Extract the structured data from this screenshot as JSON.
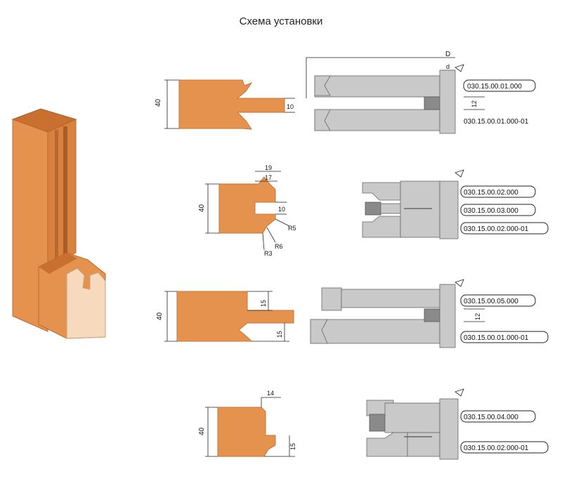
{
  "title": "Схема установки",
  "colors": {
    "wood": "#e6924f",
    "wood_dark": "#c96f2f",
    "wood_light": "#f7d9bd",
    "steel": "#c9c9c9",
    "steel_dark": "#8a8a8a"
  },
  "rows": [
    {
      "dims": {
        "height": "40",
        "slot": "10"
      },
      "cutter_dims": {
        "D": "D",
        "d": "d",
        "gap": "12"
      },
      "labels": [
        "030.15.00.01.000",
        "030.15.00.01.000-01"
      ]
    },
    {
      "dims": {
        "height": "40",
        "w1": "19",
        "w2": "17",
        "slot": "10",
        "r1": "R5",
        "r2": "R6",
        "r3": "R3"
      },
      "labels": [
        "030.15.00.02.000",
        "030.15.00.03.000",
        "030.15.00.02.000-01"
      ]
    },
    {
      "dims": {
        "height": "40",
        "top": "15",
        "bottom": "15"
      },
      "cutter_dims": {
        "gap": "12"
      },
      "labels": [
        "030.15.00.05.000",
        "030.15.00.01.000-01"
      ]
    },
    {
      "dims": {
        "height": "40",
        "width": "14",
        "bottom": "15"
      },
      "labels": [
        "030.15.00.04.000",
        "030.15.00.02.000-01"
      ]
    }
  ]
}
